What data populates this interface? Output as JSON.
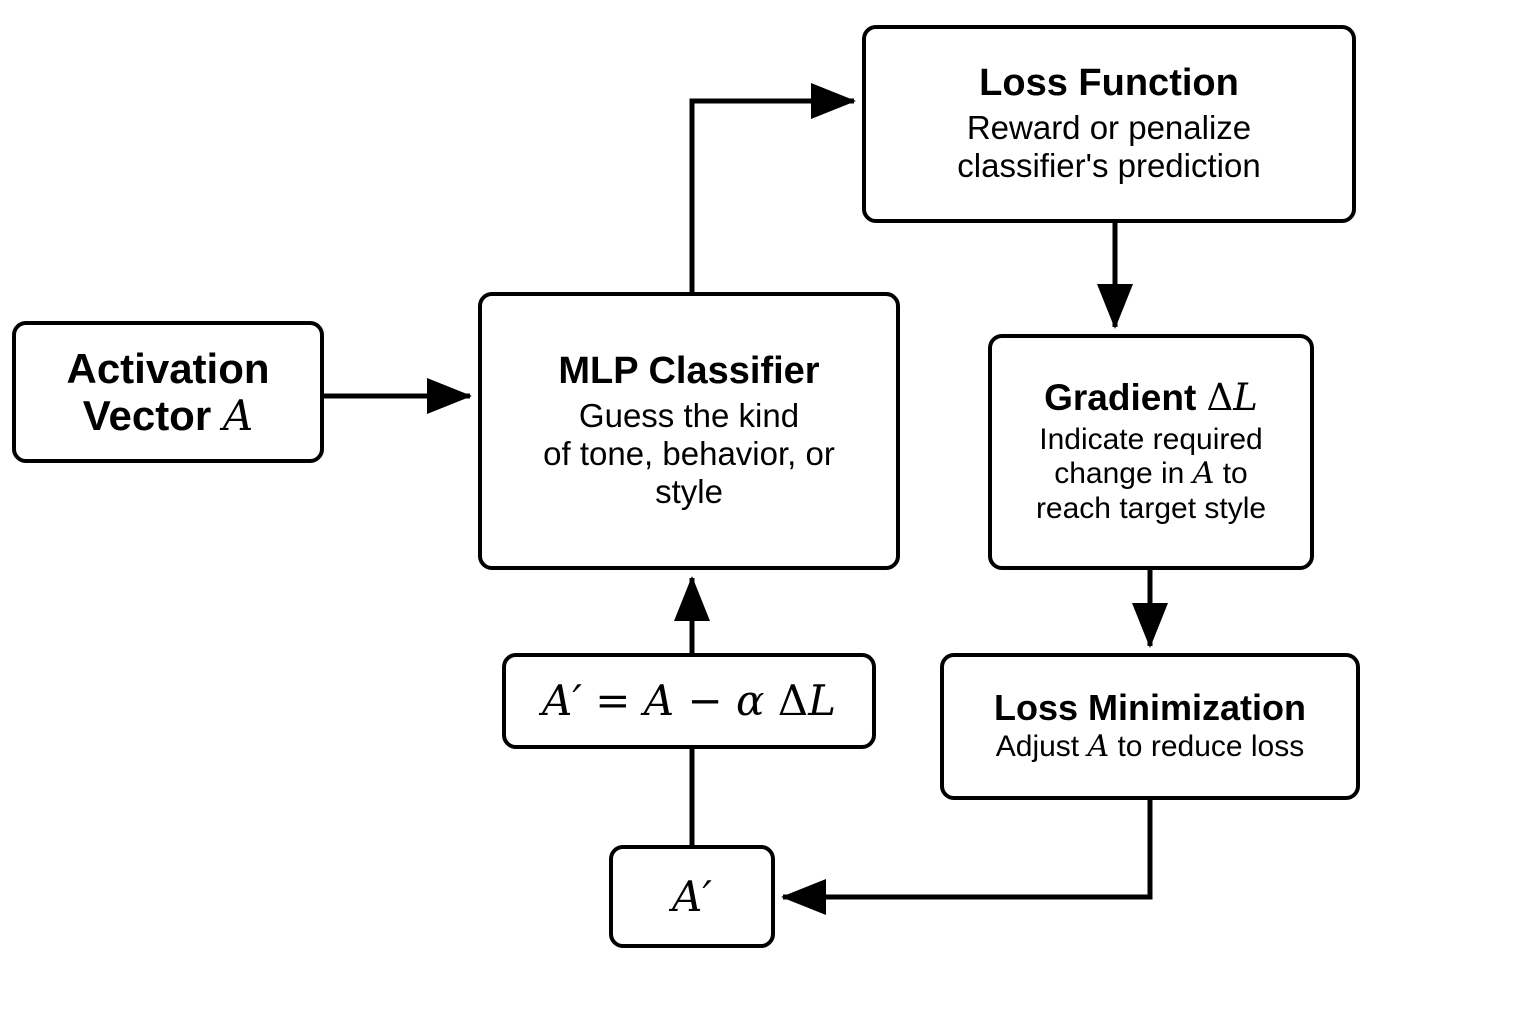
{
  "diagram": {
    "title": "Activation steering loop with MLP classifier",
    "background_color": "#ffffff",
    "stroke_color": "#000000"
  },
  "nodes": {
    "activation": {
      "title_text": "Activation",
      "title_line2_text": "Vector ",
      "symbol": "A",
      "name": "Activation Vector A"
    },
    "mlp": {
      "title": "MLP Classifier",
      "desc_line1": "Guess the kind",
      "desc_line2": "of tone, behavior, or",
      "desc_line3": "style"
    },
    "loss": {
      "title": "Loss Function",
      "desc_line1": "Reward or penalize",
      "desc_line2": "classifier's prediction"
    },
    "gradient": {
      "title_text": "Gradient ",
      "symbol_delta": "Δ",
      "symbol_l": "L",
      "desc_line1": "Indicate required",
      "desc_line2_pre": "change in ",
      "desc_line2_sym": "A",
      "desc_line2_post": " to",
      "desc_line3": "reach target style"
    },
    "minimization": {
      "title": "Loss Minimization",
      "desc_pre": "Adjust ",
      "desc_sym": "A",
      "desc_post": " to reduce loss"
    },
    "formula": {
      "lhs": "A",
      "lhs_prime": "′",
      "eq": " = ",
      "rhs_a": "A",
      "minus": " − ",
      "alpha": "α",
      "space": " ",
      "delta": "Δ",
      "l": "L"
    },
    "aprime": {
      "symbol": "A",
      "prime": "′"
    }
  },
  "edges": [
    {
      "name": "activation-to-mlp",
      "from": "activation",
      "to": "mlp",
      "label": ""
    },
    {
      "name": "mlp-to-loss",
      "from": "mlp",
      "to": "loss",
      "label": ""
    },
    {
      "name": "loss-to-gradient",
      "from": "loss",
      "to": "gradient",
      "label": ""
    },
    {
      "name": "gradient-to-minimization",
      "from": "gradient",
      "to": "minimization",
      "label": ""
    },
    {
      "name": "minimization-to-aprime",
      "from": "minimization",
      "to": "aprime",
      "label": ""
    },
    {
      "name": "aprime-to-formula",
      "from": "aprime",
      "to": "formula",
      "label": ""
    },
    {
      "name": "formula-to-mlp",
      "from": "formula",
      "to": "mlp",
      "label": ""
    }
  ]
}
